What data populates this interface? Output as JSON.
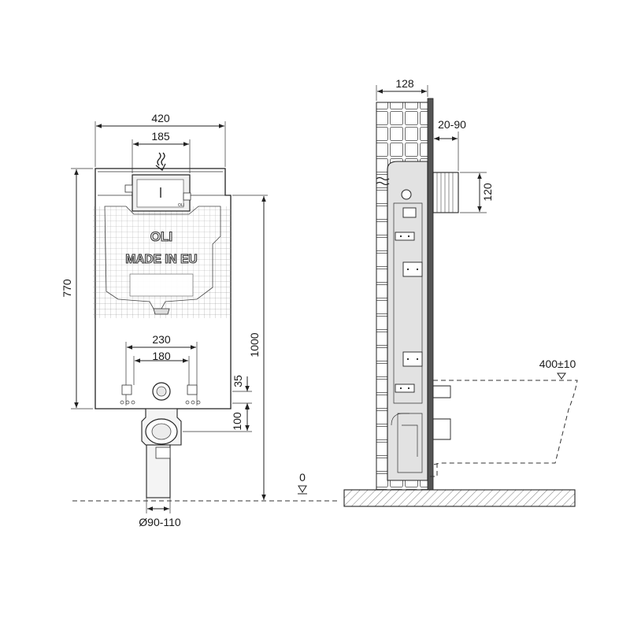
{
  "front_view": {
    "width": "420",
    "flush_plate_width": "185",
    "height_frame": "770",
    "height_total": "1000",
    "outlet_spacing_outer": "230",
    "outlet_spacing_inner": "180",
    "inlet_offset": "35",
    "outlet_offset": "100",
    "drain_diameter": "Ø90-110",
    "floor_level": "0",
    "brand": "OLI",
    "made_in": "MADE IN EU",
    "cistern_mark": "OLI"
  },
  "side_view": {
    "depth": "128",
    "wall_offset": "20-90",
    "pipe_height": "120",
    "bowl_height": "400±10"
  }
}
